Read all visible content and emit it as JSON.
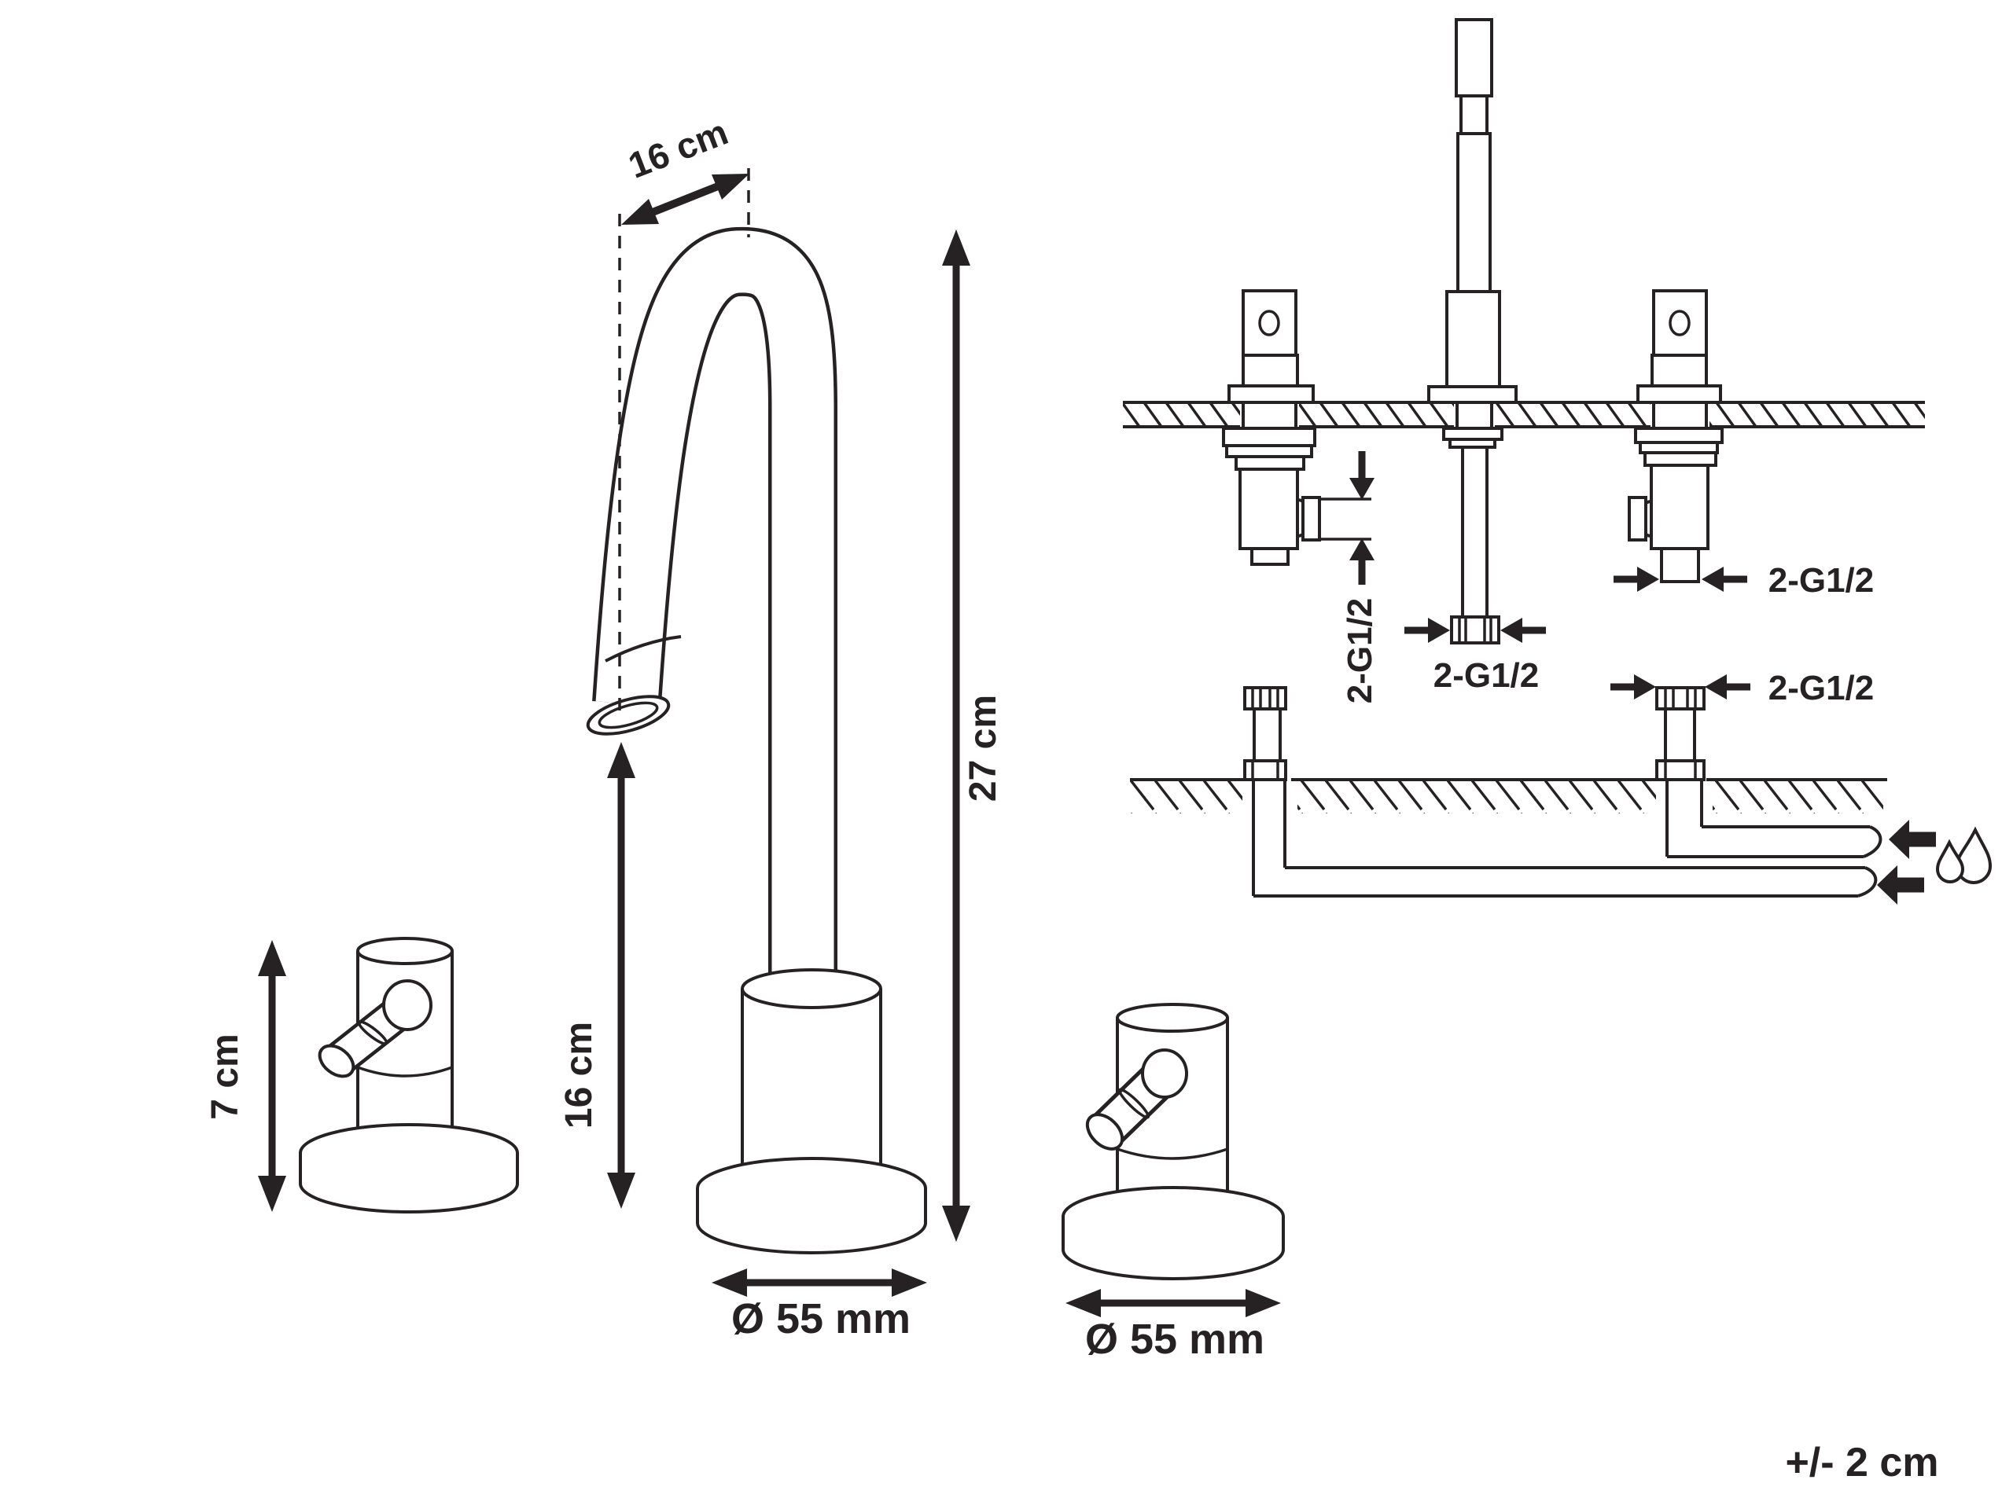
{
  "title": "Faucet installation technical drawing",
  "colors": {
    "background": "#ffffff",
    "ink": "#262223"
  },
  "dimensions": {
    "spout_reach": "16 cm",
    "spout_outlet_height": "16 cm",
    "faucet_total_height": "27 cm",
    "handle_height": "7 cm",
    "faucet_base_diameter": "Ø 55 mm",
    "handle_base_diameter": "Ø 55 mm",
    "tolerance_note": "+/- 2 cm"
  },
  "installation": {
    "thread_label_left_valve": "2-G1/2",
    "thread_label_center_inlet": "2-G1/2",
    "thread_label_right_valve": "2-G1/2",
    "thread_label_supply_connector": "2-G1/2"
  },
  "icons": {
    "water_drops": "water-drops-icon"
  }
}
